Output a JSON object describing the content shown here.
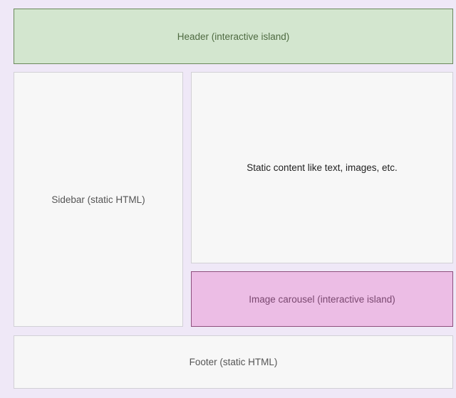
{
  "header": {
    "label": "Header (interactive island)",
    "color": "#d3e6cf"
  },
  "sidebar": {
    "label": "Sidebar (static HTML)"
  },
  "content": {
    "label": "Static content like text, images, etc."
  },
  "carousel": {
    "label": "Image carousel (interactive island)",
    "color": "#ecbde5"
  },
  "footer": {
    "label": "Footer (static HTML)"
  }
}
